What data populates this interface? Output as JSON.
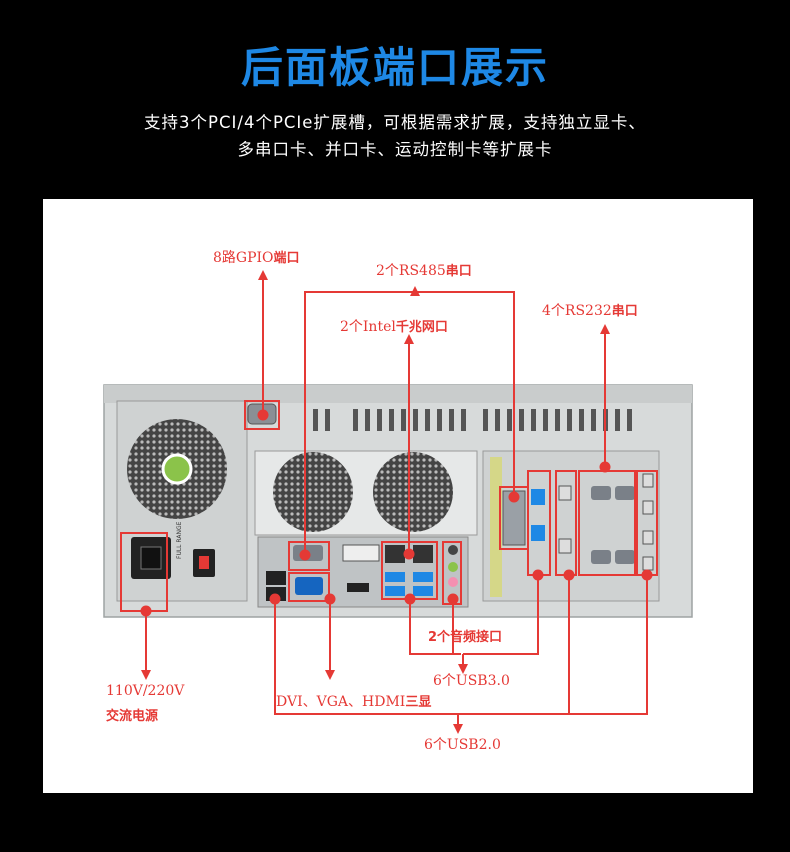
{
  "header": {
    "title": "后面板端口展示",
    "subtitle_line1": "支持3个PCI/4个PCIe扩展槽，可根据需求扩展，支持独立显卡、",
    "subtitle_line2": "多串口卡、并口卡、运动控制卡等扩展卡"
  },
  "callouts": {
    "gpio": {
      "name": "8路GPIO",
      "suffix": "端口"
    },
    "rs485": {
      "name": "2个RS485",
      "suffix": "串口"
    },
    "lan": {
      "name": "2个Intel",
      "suffix": "千兆网口"
    },
    "rs232": {
      "name": "4个RS232",
      "suffix": "串口"
    },
    "audio": {
      "name": "2个音频接口"
    },
    "usb3": {
      "name": "6个USB3.0"
    },
    "power": {
      "line1": "110V/220V",
      "line2": "交流电源"
    },
    "display": {
      "name": "DVI、VGA、HDMI",
      "suffix": "三显"
    },
    "usb2": {
      "name": "6个USB2.0"
    }
  },
  "psu_label": "FULL RANGE",
  "colors": {
    "accent_blue": "#1e88e5",
    "callout_red": "#e53935",
    "chassis": "#d9dcdc",
    "background": "#000000",
    "panel": "#ffffff"
  }
}
